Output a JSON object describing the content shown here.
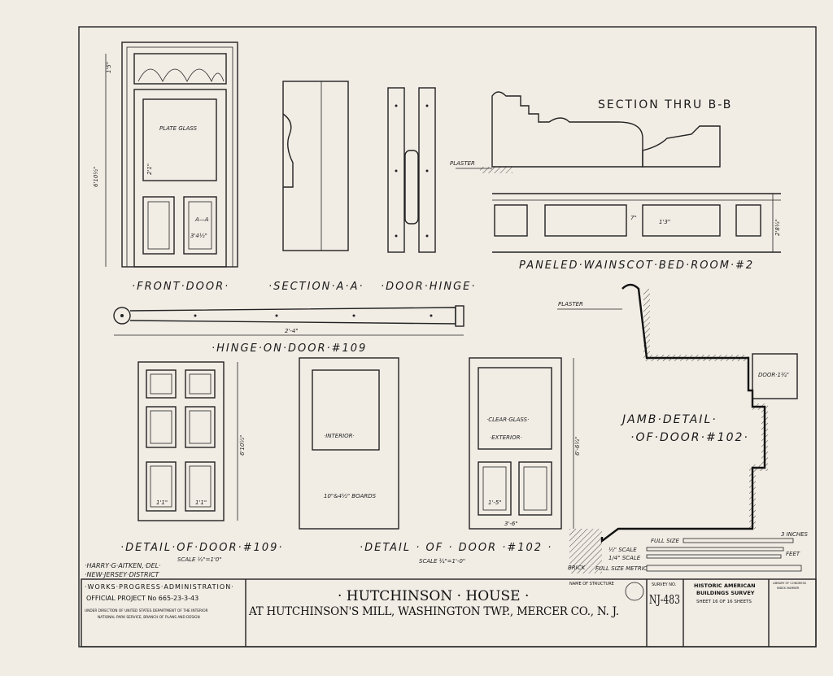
{
  "drawings": {
    "front_door": {
      "label": "·FRONT·DOOR·",
      "glass": "PLATE GLASS",
      "section_mark": "A—A",
      "dims": [
        "1'5\"",
        "6'10½\"",
        "2'1\"",
        "3'4½\""
      ]
    },
    "section_aa": {
      "label": "·SECTION·A·A·"
    },
    "door_hinge": {
      "label": "·DOOR·HINGE·"
    },
    "section_bb": {
      "label": "SECTION THRU B-B",
      "plaster": "PLASTER"
    },
    "wainscot": {
      "label": "PANELED·WAINSCOT·BED·ROOM·#2",
      "dims": [
        "7\"",
        "1'3\"",
        "2'8½\""
      ]
    },
    "hinge_on_door": {
      "label": "·HINGE·ON·DOOR·#109",
      "dim": "2'-4\""
    },
    "door_109": {
      "label": "·DETAIL·OF·DOOR·#109·",
      "scale": "SCALE ½\"=1'0\"",
      "dims": [
        "6'10½\"",
        "1'1\"",
        "1'1\""
      ]
    },
    "door_102": {
      "label": "·DETAIL · OF · DOOR ·#102 ·",
      "scale": "SCALE ¾\"=1'-0\"",
      "interior": "·INTERIOR·",
      "boards": "10\"&4½\" BOARDS",
      "clear_glass": "·CLEAR·GLASS·",
      "exterior": "·EXTERIOR·",
      "dims": [
        "6'-6½\"",
        "3'-6\"",
        "1'-5\""
      ]
    },
    "jamb": {
      "label1": "JAMB·DETAIL·",
      "label2": "·OF·DOOR·#102·",
      "door": "DOOR·1¾\"",
      "plaster": "PLASTER",
      "brick": "BRICK"
    },
    "scales": {
      "full_size": "FULL SIZE",
      "half": "½\" SCALE",
      "quarter": "1/4\" SCALE",
      "metric": "FULL SIZE METRIC",
      "inches": "3 INCHES",
      "feet": "FEET"
    }
  },
  "title_block": {
    "delineator": "·HARRY·G·AITKEN,·DEL·",
    "district": "·NEW·JERSEY·DISTRICT",
    "wpa": "·WORKS·PROGRESS·ADMINISTRATION·",
    "project": "OFFICIAL PROJECT No 665-23-3-43",
    "direction1": "UNDER DIRECTION OF UNITED STATES DEPARTMENT OF THE INTERIOR",
    "direction2": "NATIONAL PARK SERVICE, BRANCH OF PLANS AND DESIGN",
    "name_label": "NAME OF STRUCTURE",
    "name": "· HUTCHINSON · HOUSE ·",
    "location": "AT HUTCHINSON'S MILL, WASHINGTON TWP., MERCER CO., N. J.",
    "survey_label": "SURVEY NO.",
    "survey_no": "NJ-483",
    "habs1": "HISTORIC AMERICAN",
    "habs2": "BUILDINGS SURVEY",
    "sheet": "SHEET 16 OF 16 SHEETS",
    "loc1": "LIBRARY OF CONGRESS",
    "loc2": "INDEX NUMBER"
  }
}
